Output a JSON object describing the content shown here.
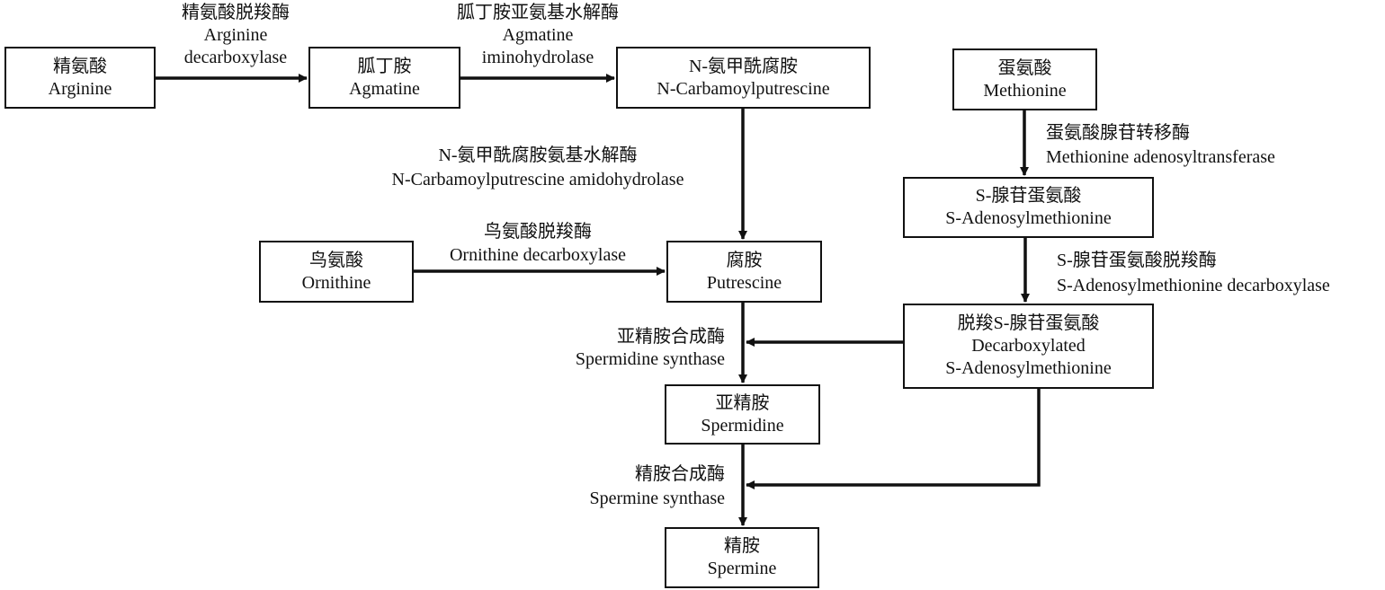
{
  "compounds": {
    "arginine": {
      "zh": "精氨酸",
      "en": "Arginine"
    },
    "agmatine": {
      "zh": "胍丁胺",
      "en": "Agmatine"
    },
    "ncp": {
      "zh": "N-氨甲酰腐胺",
      "en": "N-Carbamoylputrescine"
    },
    "methionine": {
      "zh": "蛋氨酸",
      "en": "Methionine"
    },
    "sam": {
      "zh": "S-腺苷蛋氨酸",
      "en": "S-Adenosylmethionine"
    },
    "ornithine": {
      "zh": "鸟氨酸",
      "en": "Ornithine"
    },
    "putrescine": {
      "zh": "腐胺",
      "en": "Putrescine"
    },
    "dcsam": {
      "zh": "脱羧S-腺苷蛋氨酸",
      "en1": "Decarboxylated",
      "en2": "S-Adenosylmethionine"
    },
    "spermidine": {
      "zh": "亚精胺",
      "en": "Spermidine"
    },
    "spermine": {
      "zh": "精胺",
      "en": "Spermine"
    }
  },
  "enzymes": {
    "adc": {
      "zh": "精氨酸脱羧酶",
      "en1": "Arginine",
      "en2": "decarboxylase"
    },
    "aih": {
      "zh": "胍丁胺亚氨基水解酶",
      "en1": "Agmatine",
      "en2": "iminohydrolase"
    },
    "ncpah": {
      "zh": "N-氨甲酰腐胺氨基水解酶",
      "en": "N-Carbamoylputrescine amidohydrolase"
    },
    "odc": {
      "zh": "鸟氨酸脱羧酶",
      "en": "Ornithine decarboxylase"
    },
    "mat": {
      "zh": "蛋氨酸腺苷转移酶",
      "en": "Methionine adenosyltransferase"
    },
    "samdc": {
      "zh": "S-腺苷蛋氨酸脱羧酶",
      "en": "S-Adenosylmethionine decarboxylase"
    },
    "spds": {
      "zh": "亚精胺合成酶",
      "en": "Spermidine synthase"
    },
    "spms": {
      "zh": "精胺合成酶",
      "en": "Spermine synthase"
    }
  }
}
